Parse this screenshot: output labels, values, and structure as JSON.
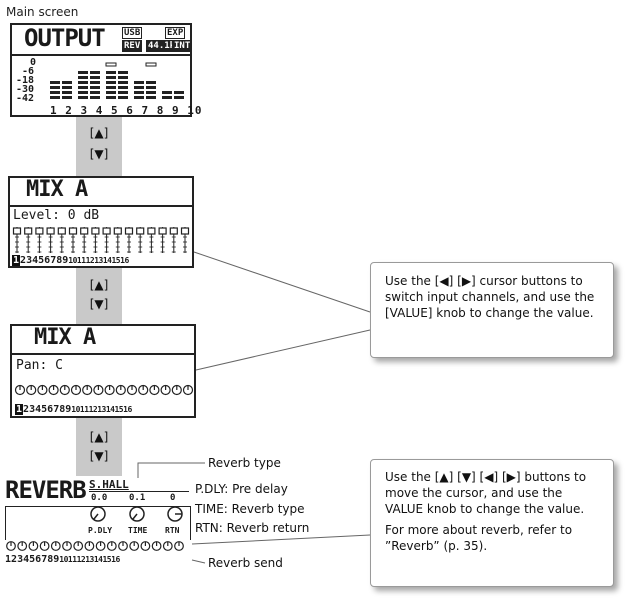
{
  "caption": "Main screen",
  "arrows": {
    "up": "[▲]",
    "down": "[▼]"
  },
  "output_screen": {
    "title": "OUTPUT",
    "tags": [
      "USB",
      "EXP",
      "REV",
      "44.1k",
      "INT"
    ],
    "meter_scale": [
      "0",
      "-6",
      "-18",
      "-30",
      "-42"
    ],
    "channels": "1 2 3 4 5 6 7 8 9 10"
  },
  "mix_level_screen": {
    "title": "MIX A",
    "param": "Level: 0 dB",
    "channels": [
      "1",
      "2",
      "3",
      "4",
      "5",
      "6",
      "7",
      "8",
      "9",
      "10",
      "11",
      "12",
      "13",
      "14",
      "15",
      "16"
    ]
  },
  "mix_pan_screen": {
    "title": "MIX A",
    "param": "Pan: C",
    "channels": [
      "1",
      "2",
      "3",
      "4",
      "5",
      "6",
      "7",
      "8",
      "9",
      "10",
      "11",
      "12",
      "13",
      "14",
      "15",
      "16"
    ]
  },
  "reverb_screen": {
    "title": "REVERB",
    "type": "S.HALL",
    "knobs": [
      {
        "value": "0.0",
        "label": "P.DLY"
      },
      {
        "value": "0.1",
        "label": "TIME"
      },
      {
        "value": "0",
        "label": "RTN"
      }
    ],
    "channels": [
      "1",
      "2",
      "3",
      "4",
      "5",
      "6",
      "7",
      "8",
      "9",
      "10",
      "11",
      "12",
      "13",
      "14",
      "15",
      "16"
    ]
  },
  "callout_channels": "Use the [◀] [▶] cursor buttons to switch input channels, and use the [VALUE] knob to change the value.",
  "callout_reverb": {
    "line1": "Use the [▲] [▼] [◀] [▶] buttons to move the cursor, and use the VALUE knob to change the value.",
    "line2": "For more about reverb, refer to ”Reverb” (p. 35)."
  },
  "labels": {
    "reverb_type": "Reverb type",
    "pdly": "P.DLY: Pre delay",
    "time": "TIME: Reverb type",
    "rtn": "RTN: Reverb return",
    "reverb_send": "Reverb send"
  }
}
